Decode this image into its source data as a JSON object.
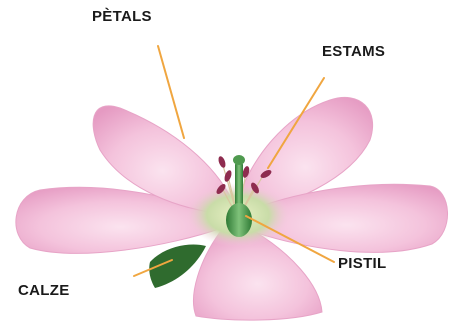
{
  "labels": {
    "petals": "PÈTALS",
    "stamens": "ESTAMS",
    "pistil": "PISTIL",
    "calyx": "CALZE"
  },
  "colors": {
    "petal": "#f2b8d6",
    "petal_highlight": "#fbe3ef",
    "center": "#c9dca8",
    "pistil": "#4f9a4f",
    "anther": "#8e2c4f",
    "sepal": "#2f6b2e",
    "leader_line": "#f0a640",
    "label_text": "#1a1a1a"
  }
}
